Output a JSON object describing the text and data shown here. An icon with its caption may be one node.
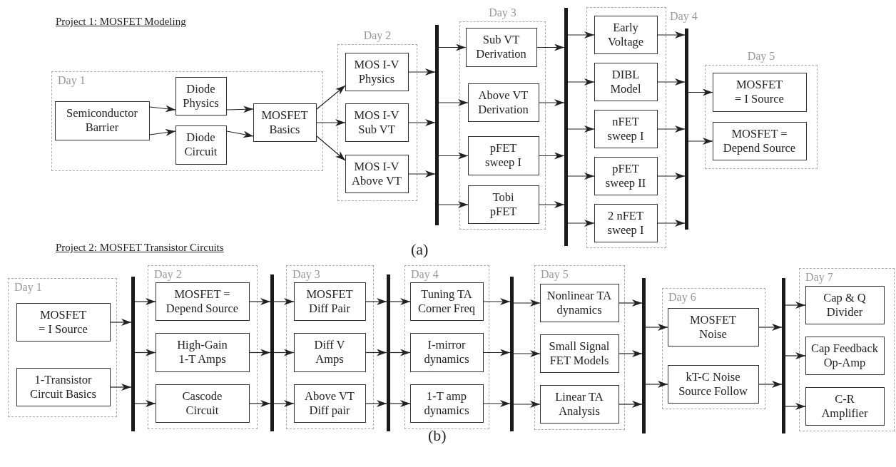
{
  "diagram": {
    "nodes": [
      {
        "text": [
          "Day 1"
        ]
      },
      {
        "text": [
          "Semiconductor Barrier"
        ],
        "in": 0
      },
      {
        "text": [
          "Diode Physics"
        ],
        "in": 0
      },
      {
        "text": [
          "Diode Circuit"
        ],
        "in": 0
      },
      {
        "text": [
          "MOSFET Basics"
        ],
        "in": 0
      },
      {
        "text": [
          "Day 2"
        ]
      },
      {
        "text": [
          "MOS I-V Physics"
        ],
        "in": 5
      },
      {
        "text": [
          "MOS I-V Sub VT"
        ],
        "in": 5
      },
      {
        "text": [
          "MOS I-V Above VT"
        ],
        "in": 5
      },
      {
        "text": [],
        "shape": "bar"
      },
      {
        "text": [
          "Day 3"
        ]
      },
      {
        "text": [
          "Sub VT Derivation"
        ],
        "in": 10
      },
      {
        "text": [
          "Above VT Derivation"
        ],
        "in": 10
      },
      {
        "text": [
          "pFET sweep I"
        ],
        "in": 10
      },
      {
        "text": [
          "Tobi pFET"
        ],
        "in": 10
      },
      {
        "text": [],
        "shape": "bar"
      },
      {
        "text": [
          "Day 4"
        ]
      },
      {
        "text": [
          "Early Voltage"
        ],
        "in": 16
      },
      {
        "text": [
          "DIBL Model"
        ],
        "in": 16
      },
      {
        "text": [
          "nFET sweep I"
        ],
        "in": 16
      },
      {
        "text": [
          "pFET sweep II"
        ],
        "in": 16
      },
      {
        "text": [
          "2 nFET sweep I"
        ],
        "in": 16
      },
      {
        "text": [],
        "shape": "bar"
      },
      {
        "text": [
          "Day 5"
        ]
      },
      {
        "text": [
          "MOSFET = I Source"
        ],
        "in": 23
      },
      {
        "text": [
          "MOSFET = Depend Source"
        ],
        "in": 23
      },
      {
        "text": [
          "Day 1"
        ]
      },
      {
        "text": [
          "MOSFET = I Source"
        ],
        "in": 26
      },
      {
        "text": [
          "1-Transistor Circuit Basics"
        ],
        "in": 26
      },
      {
        "text": [],
        "shape": "bar"
      },
      {
        "text": [
          "Day 2"
        ]
      },
      {
        "text": [
          "MOSFET = Depend Source"
        ],
        "in": 30
      },
      {
        "text": [
          "High-Gain 1-T Amps"
        ],
        "in": 30
      },
      {
        "text": [
          "Cascode Circuit"
        ],
        "in": 30
      },
      {
        "text": [],
        "shape": "bar"
      },
      {
        "text": [
          "Day 3"
        ]
      },
      {
        "text": [
          "MOSFET Diff Pair"
        ],
        "in": 35
      },
      {
        "text": [
          "Diff V Amps"
        ],
        "in": 35
      },
      {
        "text": [
          "Above VT Diff pair"
        ],
        "in": 35
      },
      {
        "text": [],
        "shape": "bar"
      },
      {
        "text": [
          "Day 4"
        ]
      },
      {
        "text": [
          "Tuning TA Corner Freq"
        ],
        "in": 40
      },
      {
        "text": [
          "I-mirror dynamics"
        ],
        "in": 40
      },
      {
        "text": [
          "1-T amp dynamics"
        ],
        "in": 40
      },
      {
        "text": [],
        "shape": "bar"
      },
      {
        "text": [
          "Day 5"
        ]
      },
      {
        "text": [
          "Nonlinear TA dynamics"
        ],
        "in": 45
      },
      {
        "text": [
          "Small Signal FET Models"
        ],
        "in": 45
      },
      {
        "text": [
          "Linear TA Analysis"
        ],
        "in": 45
      },
      {
        "text": [],
        "shape": "bar"
      },
      {
        "text": [
          "Day 6"
        ]
      },
      {
        "text": [
          "MOSFET Noise"
        ],
        "in": 50
      },
      {
        "text": [
          "kT-C Noise Source Follow"
        ],
        "in": 50
      },
      {
        "text": [],
        "shape": "bar"
      },
      {
        "text": [
          "Day 7"
        ]
      },
      {
        "text": [
          "Cap & Q Divider"
        ],
        "in": 54
      },
      {
        "text": [
          "Cap Feedback Op-Amp"
        ],
        "in": 54
      },
      {
        "text": [
          "C-R Amplifier"
        ],
        "in": 54
      }
    ],
    "edges": [
      {
        "from": 1,
        "to": 2,
        "arrow": "to"
      },
      {
        "from": 1,
        "to": 3,
        "arrow": "to"
      },
      {
        "from": 2,
        "to": 4,
        "arrow": "to"
      },
      {
        "from": 3,
        "to": 4,
        "arrow": "to"
      },
      {
        "from": 4,
        "to": 6,
        "arrow": "to"
      },
      {
        "from": 4,
        "to": 7,
        "arrow": "to"
      },
      {
        "from": 4,
        "to": 8,
        "arrow": "to"
      },
      {
        "from": 6,
        "to": 9,
        "arrow": "to"
      },
      {
        "from": 7,
        "to": 9,
        "arrow": "to"
      },
      {
        "from": 8,
        "to": 9,
        "arrow": "to"
      },
      {
        "from": 9,
        "to": 11,
        "arrow": "to"
      },
      {
        "from": 9,
        "to": 12,
        "arrow": "to"
      },
      {
        "from": 9,
        "to": 13,
        "arrow": "to"
      },
      {
        "from": 9,
        "to": 14,
        "arrow": "to"
      },
      {
        "from": 11,
        "to": 15,
        "arrow": "to"
      },
      {
        "from": 12,
        "to": 15,
        "arrow": "to"
      },
      {
        "from": 13,
        "to": 15,
        "arrow": "to"
      },
      {
        "from": 14,
        "to": 15,
        "arrow": "to"
      },
      {
        "from": 15,
        "to": 17,
        "arrow": "to"
      },
      {
        "from": 15,
        "to": 18,
        "arrow": "to"
      },
      {
        "from": 15,
        "to": 19,
        "arrow": "to"
      },
      {
        "from": 15,
        "to": 20,
        "arrow": "to"
      },
      {
        "from": 15,
        "to": 21,
        "arrow": "to"
      },
      {
        "from": 17,
        "to": 22,
        "arrow": "to"
      },
      {
        "from": 18,
        "to": 22,
        "arrow": "to"
      },
      {
        "from": 19,
        "to": 22,
        "arrow": "to"
      },
      {
        "from": 20,
        "to": 22,
        "arrow": "to"
      },
      {
        "from": 21,
        "to": 22,
        "arrow": "to"
      },
      {
        "from": 22,
        "to": 24,
        "arrow": "to"
      },
      {
        "from": 22,
        "to": 25,
        "arrow": "to"
      },
      {
        "from": 27,
        "to": 29,
        "arrow": "to"
      },
      {
        "from": 28,
        "to": 29,
        "arrow": "to"
      },
      {
        "from": 29,
        "to": 31,
        "arrow": "to"
      },
      {
        "from": 29,
        "to": 32,
        "arrow": "to"
      },
      {
        "from": 29,
        "to": 33,
        "arrow": "to"
      },
      {
        "from": 31,
        "to": 34,
        "arrow": "to"
      },
      {
        "from": 32,
        "to": 34,
        "arrow": "to"
      },
      {
        "from": 33,
        "to": 34,
        "arrow": "to"
      },
      {
        "from": 34,
        "to": 36,
        "arrow": "to"
      },
      {
        "from": 34,
        "to": 37,
        "arrow": "to"
      },
      {
        "from": 34,
        "to": 38,
        "arrow": "to"
      },
      {
        "from": 36,
        "to": 39,
        "arrow": "to"
      },
      {
        "from": 37,
        "to": 39,
        "arrow": "to"
      },
      {
        "from": 38,
        "to": 39,
        "arrow": "to"
      },
      {
        "from": 39,
        "to": 41,
        "arrow": "to"
      },
      {
        "from": 39,
        "to": 42,
        "arrow": "to"
      },
      {
        "from": 39,
        "to": 43,
        "arrow": "to"
      },
      {
        "from": 41,
        "to": 44,
        "arrow": "to"
      },
      {
        "from": 42,
        "to": 44,
        "arrow": "to"
      },
      {
        "from": 43,
        "to": 44,
        "arrow": "to"
      },
      {
        "from": 44,
        "to": 46,
        "arrow": "to"
      },
      {
        "from": 44,
        "to": 47,
        "arrow": "to"
      },
      {
        "from": 44,
        "to": 48,
        "arrow": "to"
      },
      {
        "from": 46,
        "to": 49,
        "arrow": "to"
      },
      {
        "from": 47,
        "to": 49,
        "arrow": "to"
      },
      {
        "from": 48,
        "to": 49,
        "arrow": "to"
      },
      {
        "from": 49,
        "to": 51,
        "arrow": "to"
      },
      {
        "from": 49,
        "to": 52,
        "arrow": "to"
      },
      {
        "from": 51,
        "to": 53,
        "arrow": "to"
      },
      {
        "from": 52,
        "to": 53,
        "arrow": "to"
      },
      {
        "from": 53,
        "to": 55,
        "arrow": "to"
      },
      {
        "from": 53,
        "to": 56,
        "arrow": "to"
      },
      {
        "from": 53,
        "to": 57,
        "arrow": "to"
      }
    ],
    "labels": [
      "Project 1: MOSFET Modeling",
      "(a)",
      "Project 2: MOSFET Transistor Circuits",
      "(b)"
    ]
  }
}
